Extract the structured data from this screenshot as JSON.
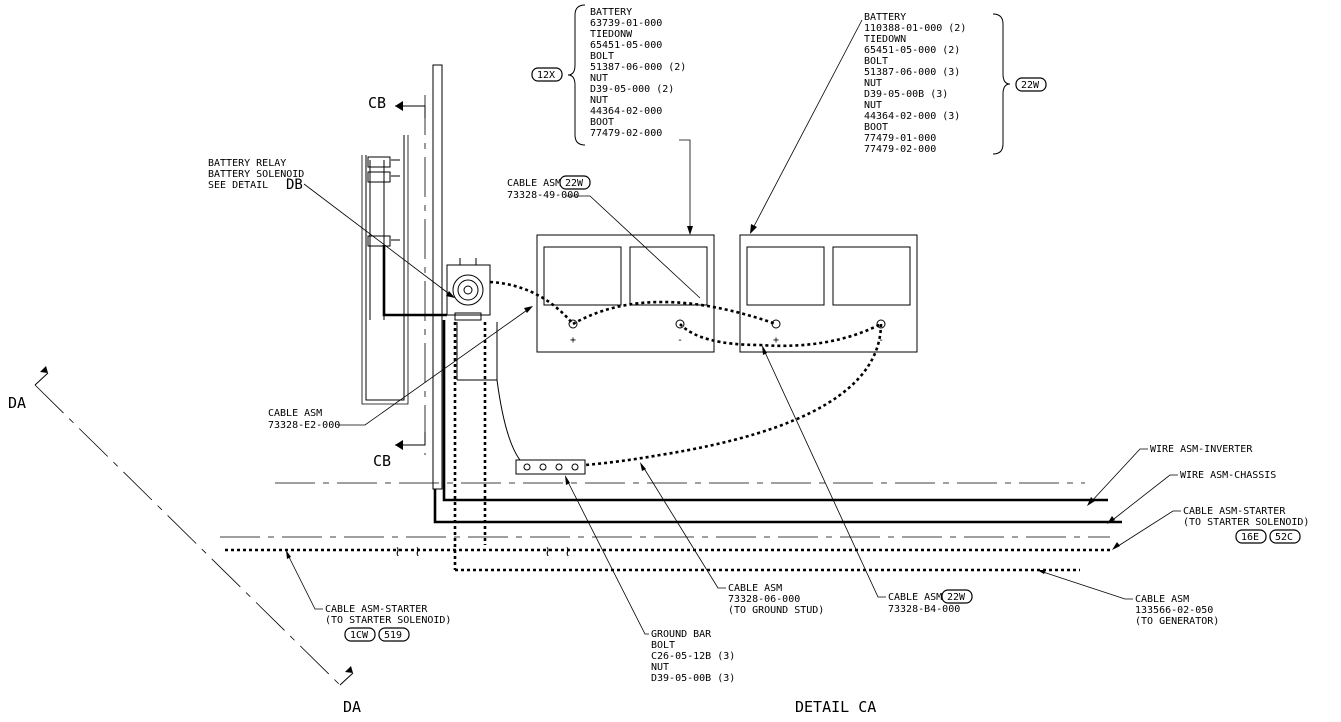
{
  "view_label": "DETAIL CA",
  "section_cb_top": "CB",
  "section_cb_bottom": "CB",
  "section_da_top": "DA",
  "section_da_bottom": "DA",
  "callout_12x": {
    "badge": "12X",
    "lines": [
      "BATTERY",
      "63739-01-000",
      "TIEDONW",
      "65451-05-000",
      "BOLT",
      "51387-06-000 (2)",
      "NUT",
      "D39-05-000 (2)",
      "NUT",
      "44364-02-000",
      "BOOT",
      "77479-02-000"
    ]
  },
  "callout_22w": {
    "badge": "22W",
    "lines": [
      "BATTERY",
      "110388-01-000 (2)",
      "TIEDOWN",
      "65451-05-000 (2)",
      "BOLT",
      "51387-06-000 (3)",
      "NUT",
      "D39-05-00B (3)",
      "NUT",
      "44364-02-000 (3)",
      "BOOT",
      "77479-01-000",
      "77479-02-000"
    ]
  },
  "battery_relay": {
    "lines": [
      "BATTERY RELAY",
      "BATTERY SOLENOID",
      "SEE DETAIL"
    ],
    "detail_ref": "DB"
  },
  "cable_asm_49": {
    "title": "CABLE ASM",
    "badge": "22W",
    "part": "73328-49-000"
  },
  "cable_asm_e2": {
    "title": "CABLE ASM",
    "part": "73328-E2-000"
  },
  "wire_inverter": "WIRE ASM-INVERTER",
  "wire_chassis": "WIRE ASM-CHASSIS",
  "cable_starter_right": {
    "lines": [
      "CABLE ASM-STARTER",
      "(TO STARTER SOLENOID)"
    ],
    "badges": [
      "16E",
      "52C"
    ]
  },
  "cable_starter_left": {
    "lines": [
      "CABLE ASM-STARTER",
      "(TO STARTER SOLENOID)"
    ],
    "badges": [
      "1CW",
      "519"
    ]
  },
  "cable_asm_06": {
    "lines": [
      "CABLE ASM",
      "73328-06-000",
      "(TO GROUND STUD)"
    ]
  },
  "cable_asm_b4": {
    "title": "CABLE ASM",
    "badge": "22W",
    "part": "73328-B4-000"
  },
  "cable_asm_gen": {
    "lines": [
      "CABLE ASM",
      "133566-02-050",
      "(TO GENERATOR)"
    ]
  },
  "ground_bar": {
    "lines": [
      "GROUND BAR",
      "BOLT",
      "C26-05-12B (3)",
      "NUT",
      "D39-05-00B (3)"
    ]
  },
  "battery_terminals": {
    "positive": "+",
    "negative": "-"
  }
}
